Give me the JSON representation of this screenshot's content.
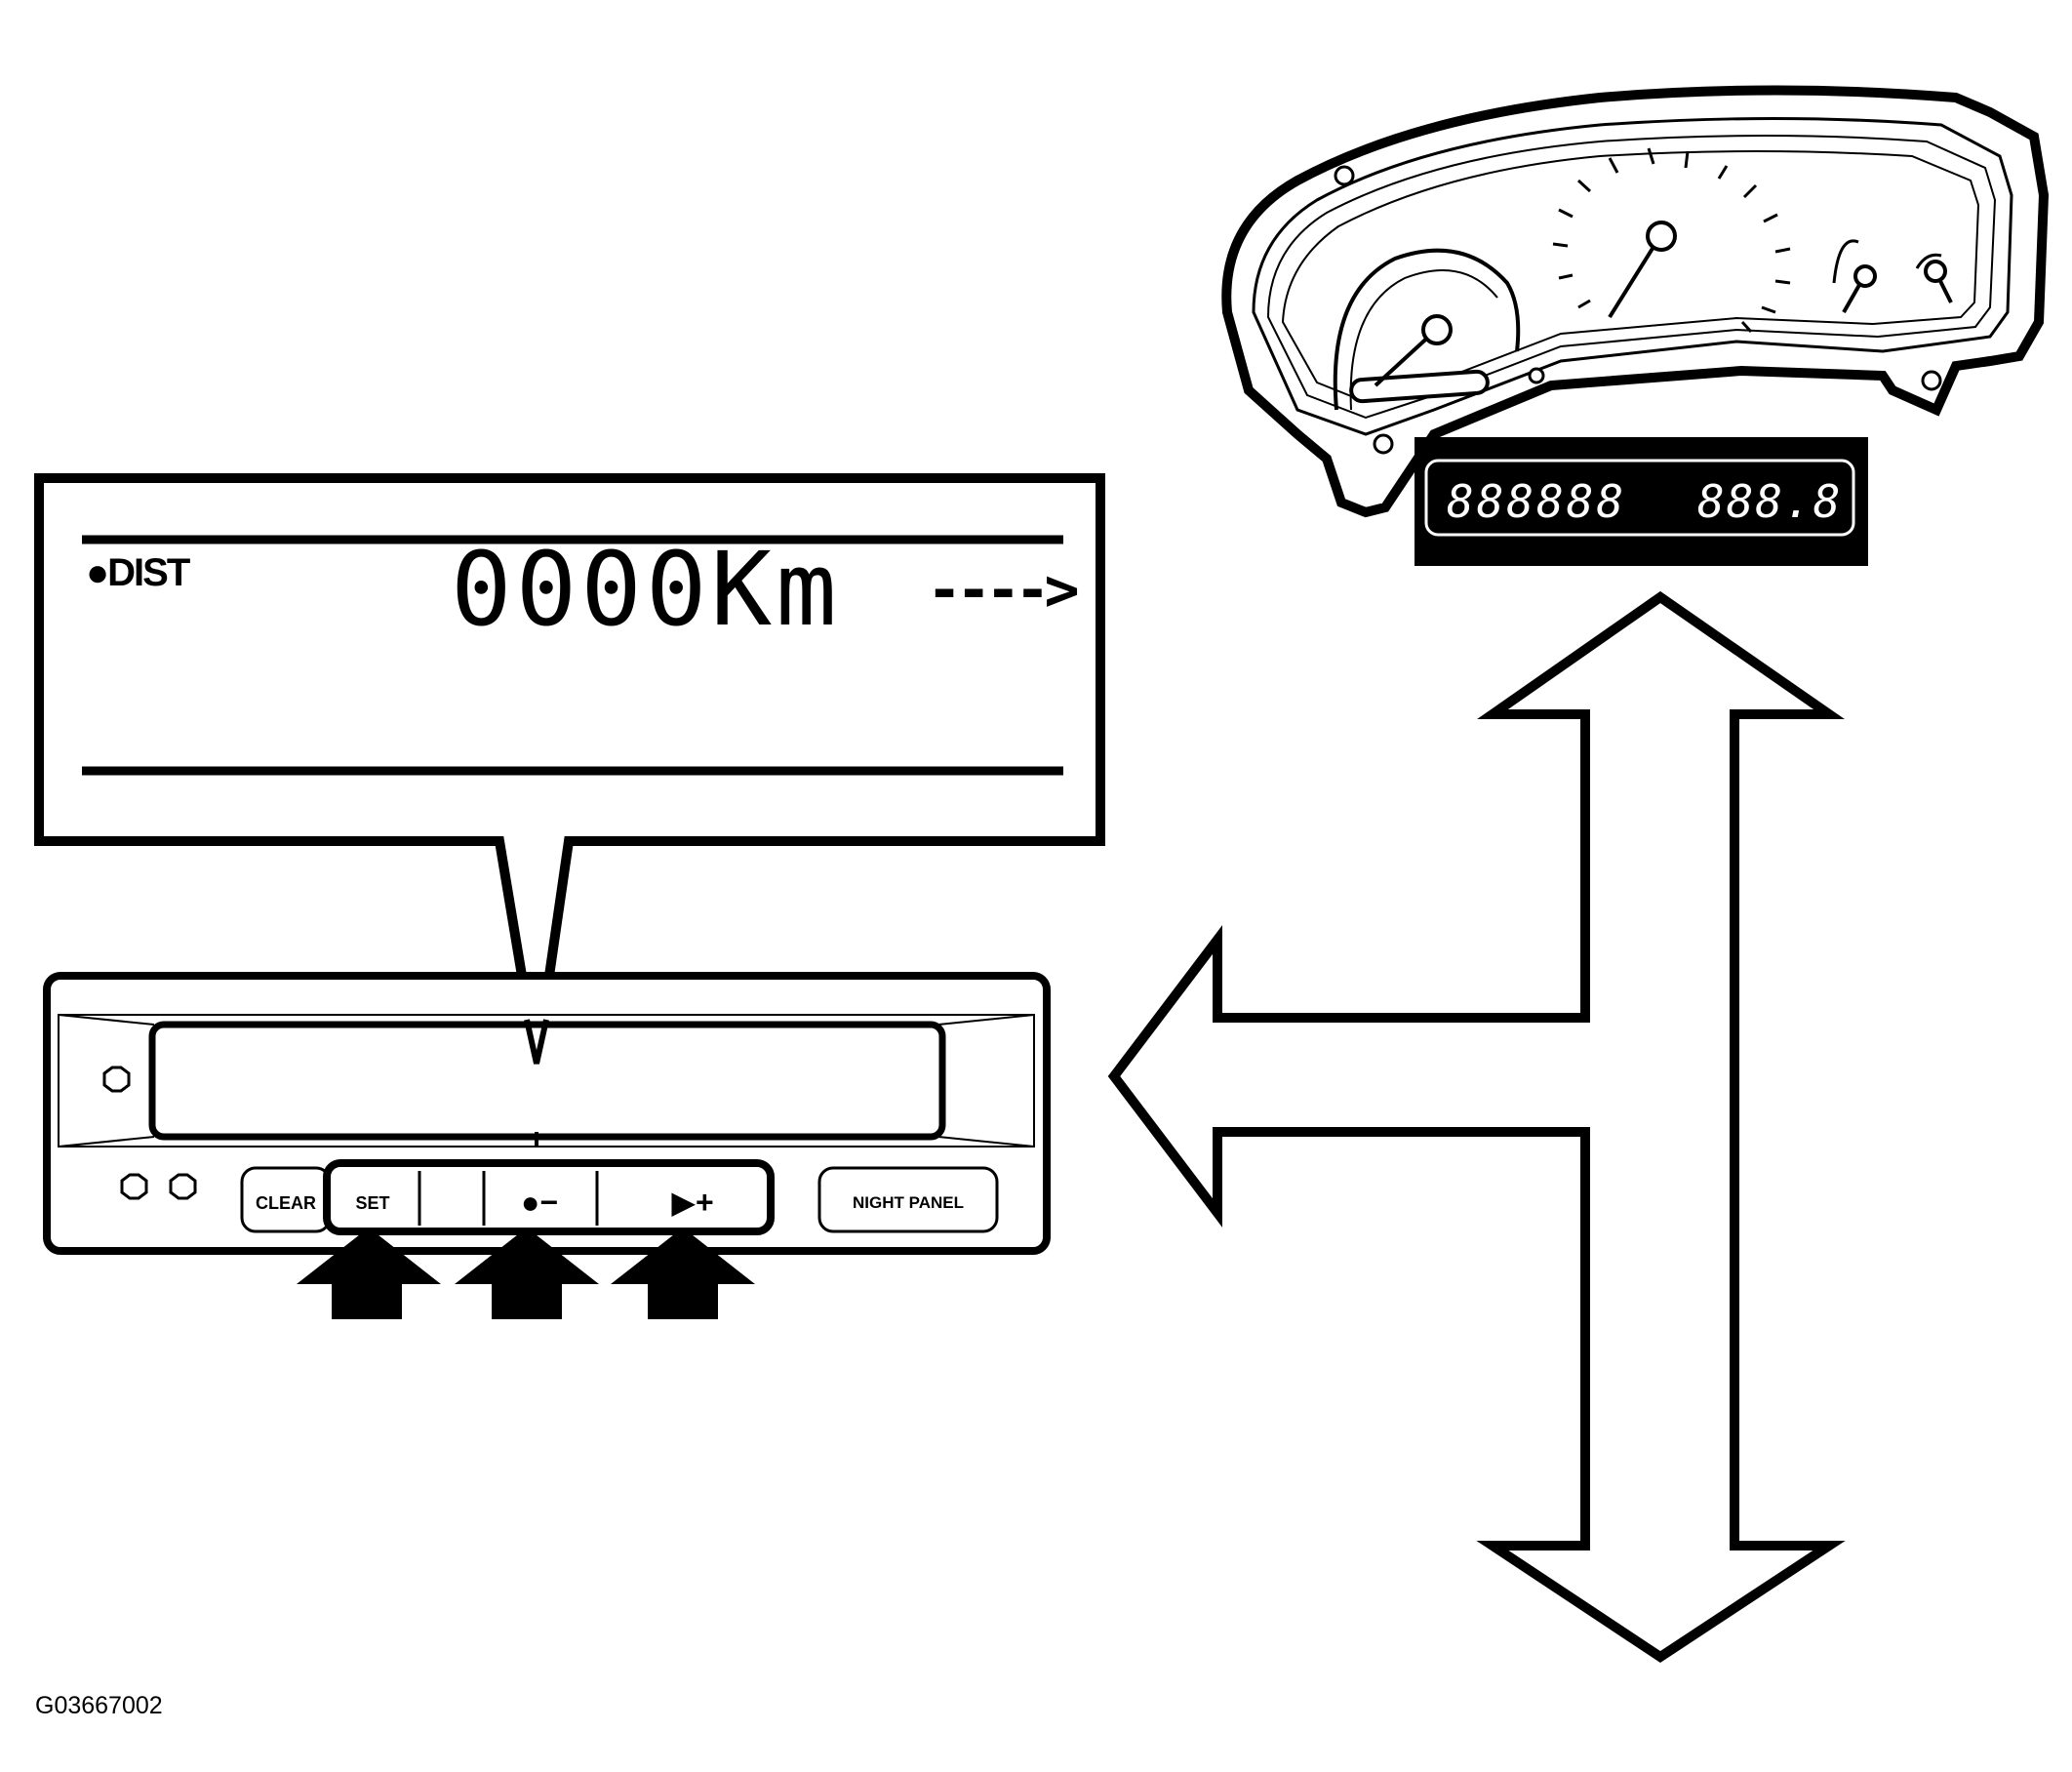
{
  "figure_id": "G03667002",
  "callout_display": {
    "indicator": "●DIST",
    "reading": "0000Km",
    "arrow": "---->"
  },
  "odometer_display": {
    "left_digits": "888888",
    "right_digits": "888.8"
  },
  "control_panel": {
    "clear_label": "CLEAR",
    "set_label": "SET",
    "minus_label": "●−",
    "plus_label": "▶+",
    "night_panel_label": "NIGHT PANEL"
  },
  "icons": [
    "press-arrow-icon",
    "double-headed-arrow-icon",
    "left-arrow-icon"
  ],
  "colors": {
    "ink": "#000000",
    "paper": "#ffffff",
    "lcd_text": "#ffffff"
  }
}
